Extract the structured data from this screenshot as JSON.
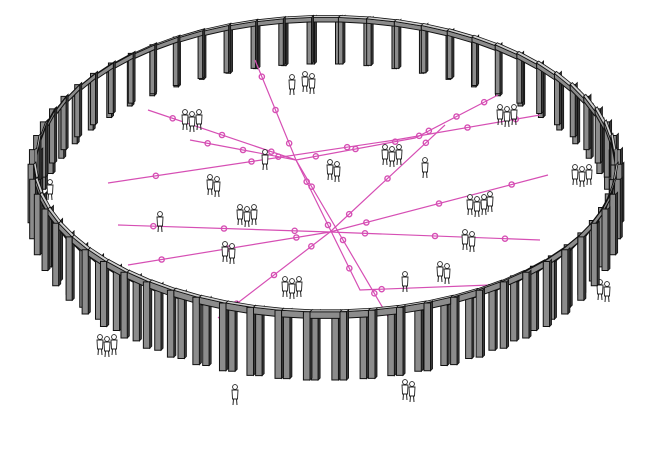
{
  "diagram": {
    "subject": "ring-of-portal-frames",
    "colors": {
      "background": "#ffffff",
      "frame_face": "#8c8c8c",
      "frame_side": "#3a3a3a",
      "frame_top": "#d0d0d0",
      "frame_outline": "#111111",
      "string_line": "#d64fb4",
      "bead": "#d64fb4",
      "figure_stroke": "#222222",
      "figure_fill": "#ffffff"
    },
    "icons": {
      "frame": "portal-frame-icon",
      "bead": "bead-icon",
      "person": "person-figure-icon"
    },
    "frame_count": 64,
    "string_count": 7,
    "bead_count": 46,
    "people_group_count": 24
  }
}
